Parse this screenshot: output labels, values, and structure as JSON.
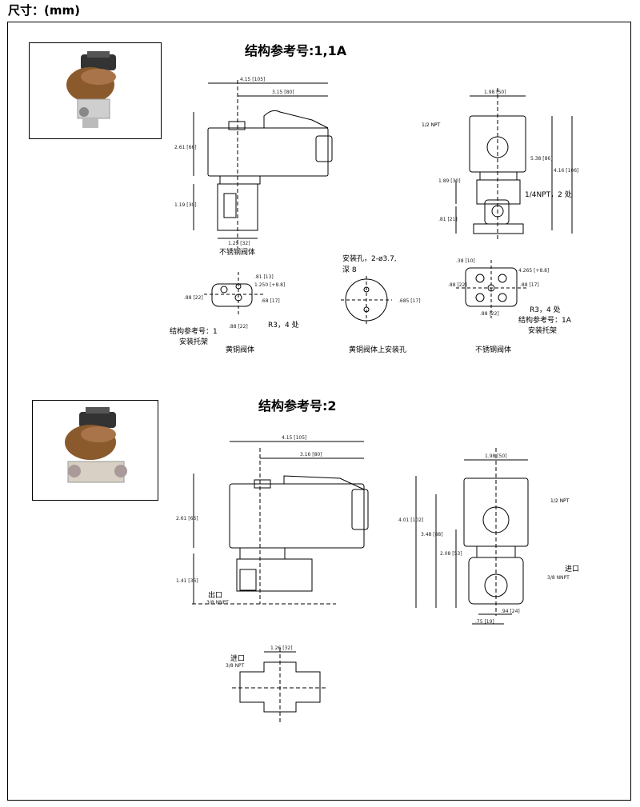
{
  "header": {
    "unit_label": "尺寸：(mm)"
  },
  "section1": {
    "title": "结构参考号:1,1A",
    "dims": {
      "front_width": "4.15 [105]",
      "front_coil": "3.15 [80]",
      "front_height": "2.61 [66]",
      "front_body": "1.19 [30]",
      "front_base": "1.25 [32]",
      "side_width": "1.98 [50]",
      "side_total": "5.38 [86]",
      "side_total2": "4.16 [106]",
      "side_mid": "1.89 [30]",
      "side_low": ".81 [21]",
      "bb_a": ".81 [13]",
      "bb_b": "1.250 [+8.8]",
      "bb_c": ".88 [22]",
      "bb_d": ".68 [17]",
      "bb_e": ".88 [22]",
      "mh_dim": ".685 [17]",
      "ss_a": ".38 [10]",
      "ss_b": "4.265 [+8.8]",
      "ss_c": ".88 [22]",
      "ss_d": ".88 [17]",
      "ss_e": ".88 [22]"
    },
    "labels": {
      "npt_half": "1/2 NPT",
      "npt_quarter": "1/4NPT，2 处",
      "stainless_body": "不锈钢阀体",
      "struct_ref_1": "结构参考号：1",
      "mount_bracket_1": "安装托架",
      "r3_left": "R3，4 处",
      "brass_body": "黄铜阀体",
      "mount_hole": "安装孔，2-ø3.7,",
      "depth": "深 8",
      "brass_mount_hole": "黄铜阀体上安装孔",
      "r3_right": "R3，4 处",
      "struct_ref_1a": "结构参考号：1A",
      "mount_bracket_1a": "安装托架",
      "stainless_body_2": "不锈钢阀体"
    }
  },
  "section2": {
    "title": "结构参考号:2",
    "dims": {
      "front_width": "4.15 [105]",
      "front_coil": "3.16 [80]",
      "front_height": "2.61 [66]",
      "front_body": "1.41 [36]",
      "side_width": "1.98 [50]",
      "side_total": "4.01 [102]",
      "side_mid": "3.48 [88]",
      "side_low": "2.08 [53]",
      "side_d1": ".94 [24]",
      "side_d2": ".75 [19]",
      "top_width": "1.26 [32]"
    },
    "labels": {
      "outlet": "出口",
      "outlet_npt": "3/8 NNPT",
      "npt_half": "1/2 NPT",
      "inlet": "进口",
      "inlet_npt": "3/8 NNPT",
      "inlet_top": "进口",
      "inlet_top_npt": "3/8 NPT"
    }
  }
}
